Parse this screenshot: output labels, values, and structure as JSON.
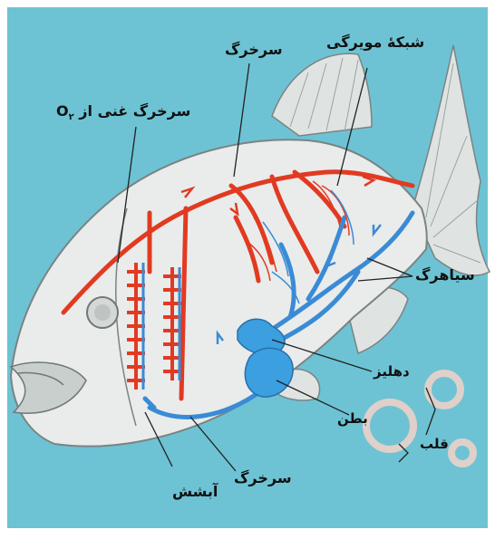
{
  "labels": {
    "artery_top": "سرخرگ",
    "capillary_network": "شبکهٔ مویرگی",
    "oxygen_rich_artery": "سرخرگ غنی از",
    "oxygen_symbol": "O",
    "oxygen_subscript": "۲",
    "vein": "سیاهرگ",
    "atrium": "دهلیز",
    "ventricle": "بطن",
    "heart": "قلب",
    "artery_bottom": "سرخرگ",
    "gills": "آبشش"
  },
  "colors": {
    "background": "#6dc3d4",
    "fish_body": "#e9ecea",
    "fish_outline": "#7b8384",
    "artery": "#e23a22",
    "vein": "#3a8bd6",
    "heart": "#3b9fe0",
    "watermark": "#f3d3c9"
  }
}
